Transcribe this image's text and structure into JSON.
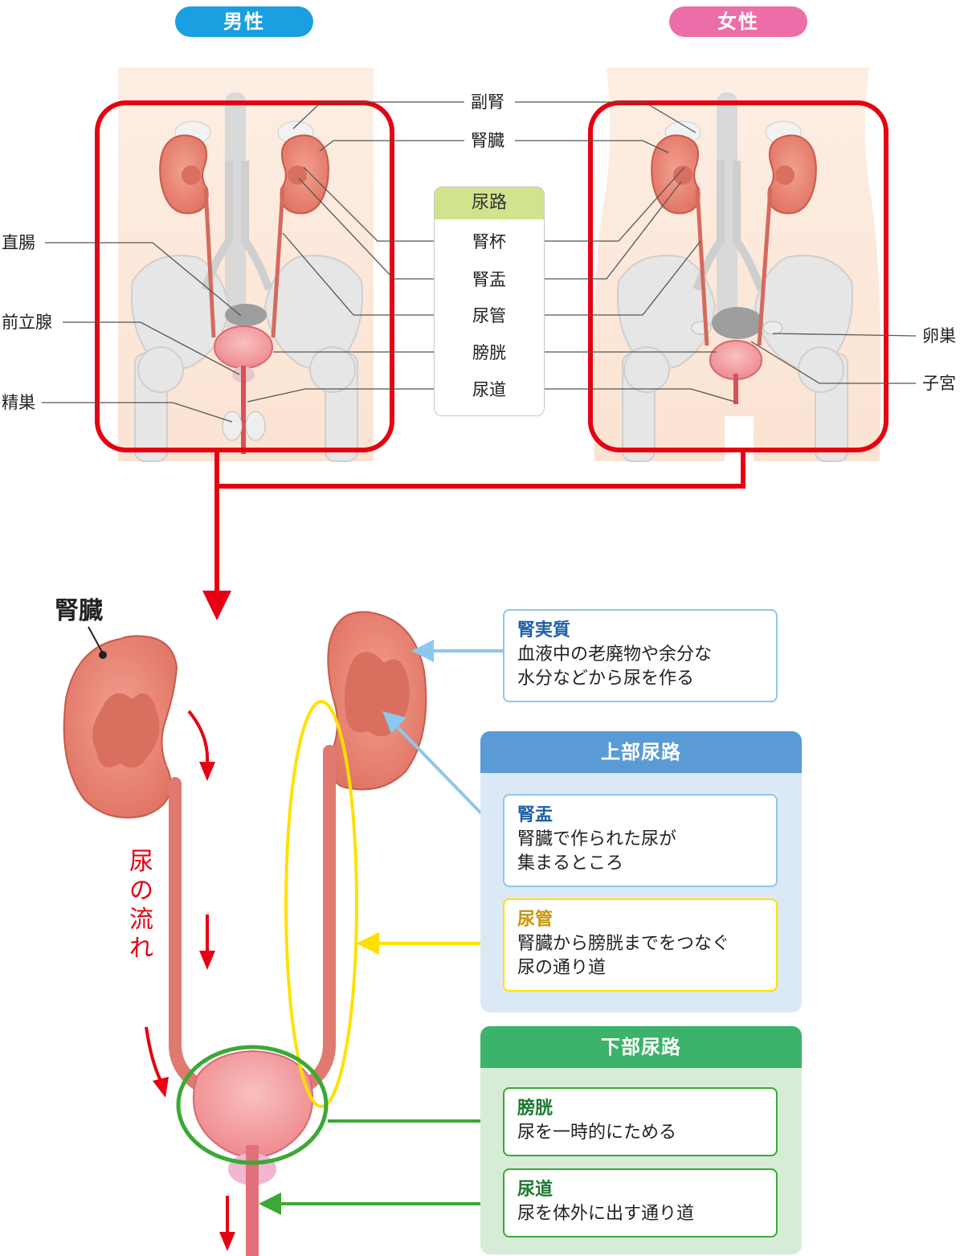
{
  "headers": {
    "male": "男性",
    "female": "女性"
  },
  "top_labels": {
    "adrenal": "副腎",
    "kidney": "腎臓",
    "rectum": "直腸",
    "prostate": "前立腺",
    "testis": "精巣",
    "ovary": "卵巣",
    "uterus": "子宮"
  },
  "urinary_route": {
    "title": "尿路",
    "items": [
      "腎杯",
      "腎盂",
      "尿管",
      "膀胱",
      "尿道"
    ]
  },
  "bottom": {
    "kidney_label": "腎臓",
    "flow_label": "尿の流れ"
  },
  "callouts": {
    "parenchyma": {
      "title": "腎実質",
      "desc": "血液中の老廃物や余分な\n水分などから尿を作る"
    },
    "upper": {
      "title": "上部尿路",
      "pelvis": {
        "title": "腎盂",
        "desc": "腎臓で作られた尿が\n集まるところ"
      },
      "ureter": {
        "title": "尿管",
        "desc": "腎臓から膀胱までをつなぐ\n尿の通り道"
      }
    },
    "lower": {
      "title": "下部尿路",
      "bladder": {
        "title": "膀胱",
        "desc": "尿を一時的にためる"
      },
      "urethra": {
        "title": "尿道",
        "desc": "尿を体外に出す通り道"
      }
    }
  },
  "colors": {
    "male_blue": "#1aa0e0",
    "female_pink": "#ec6ea8",
    "frame_red": "#e60012",
    "kidney": "#ec8878",
    "upper_head": "#5b9bd5",
    "upper_bg": "#dbe9f6",
    "lower_head": "#3bb36a",
    "lower_bg": "#d6ecd6",
    "cyan_line": "#8cc8ec",
    "yellow_line": "#ffe000",
    "green_line": "#3aa935"
  }
}
